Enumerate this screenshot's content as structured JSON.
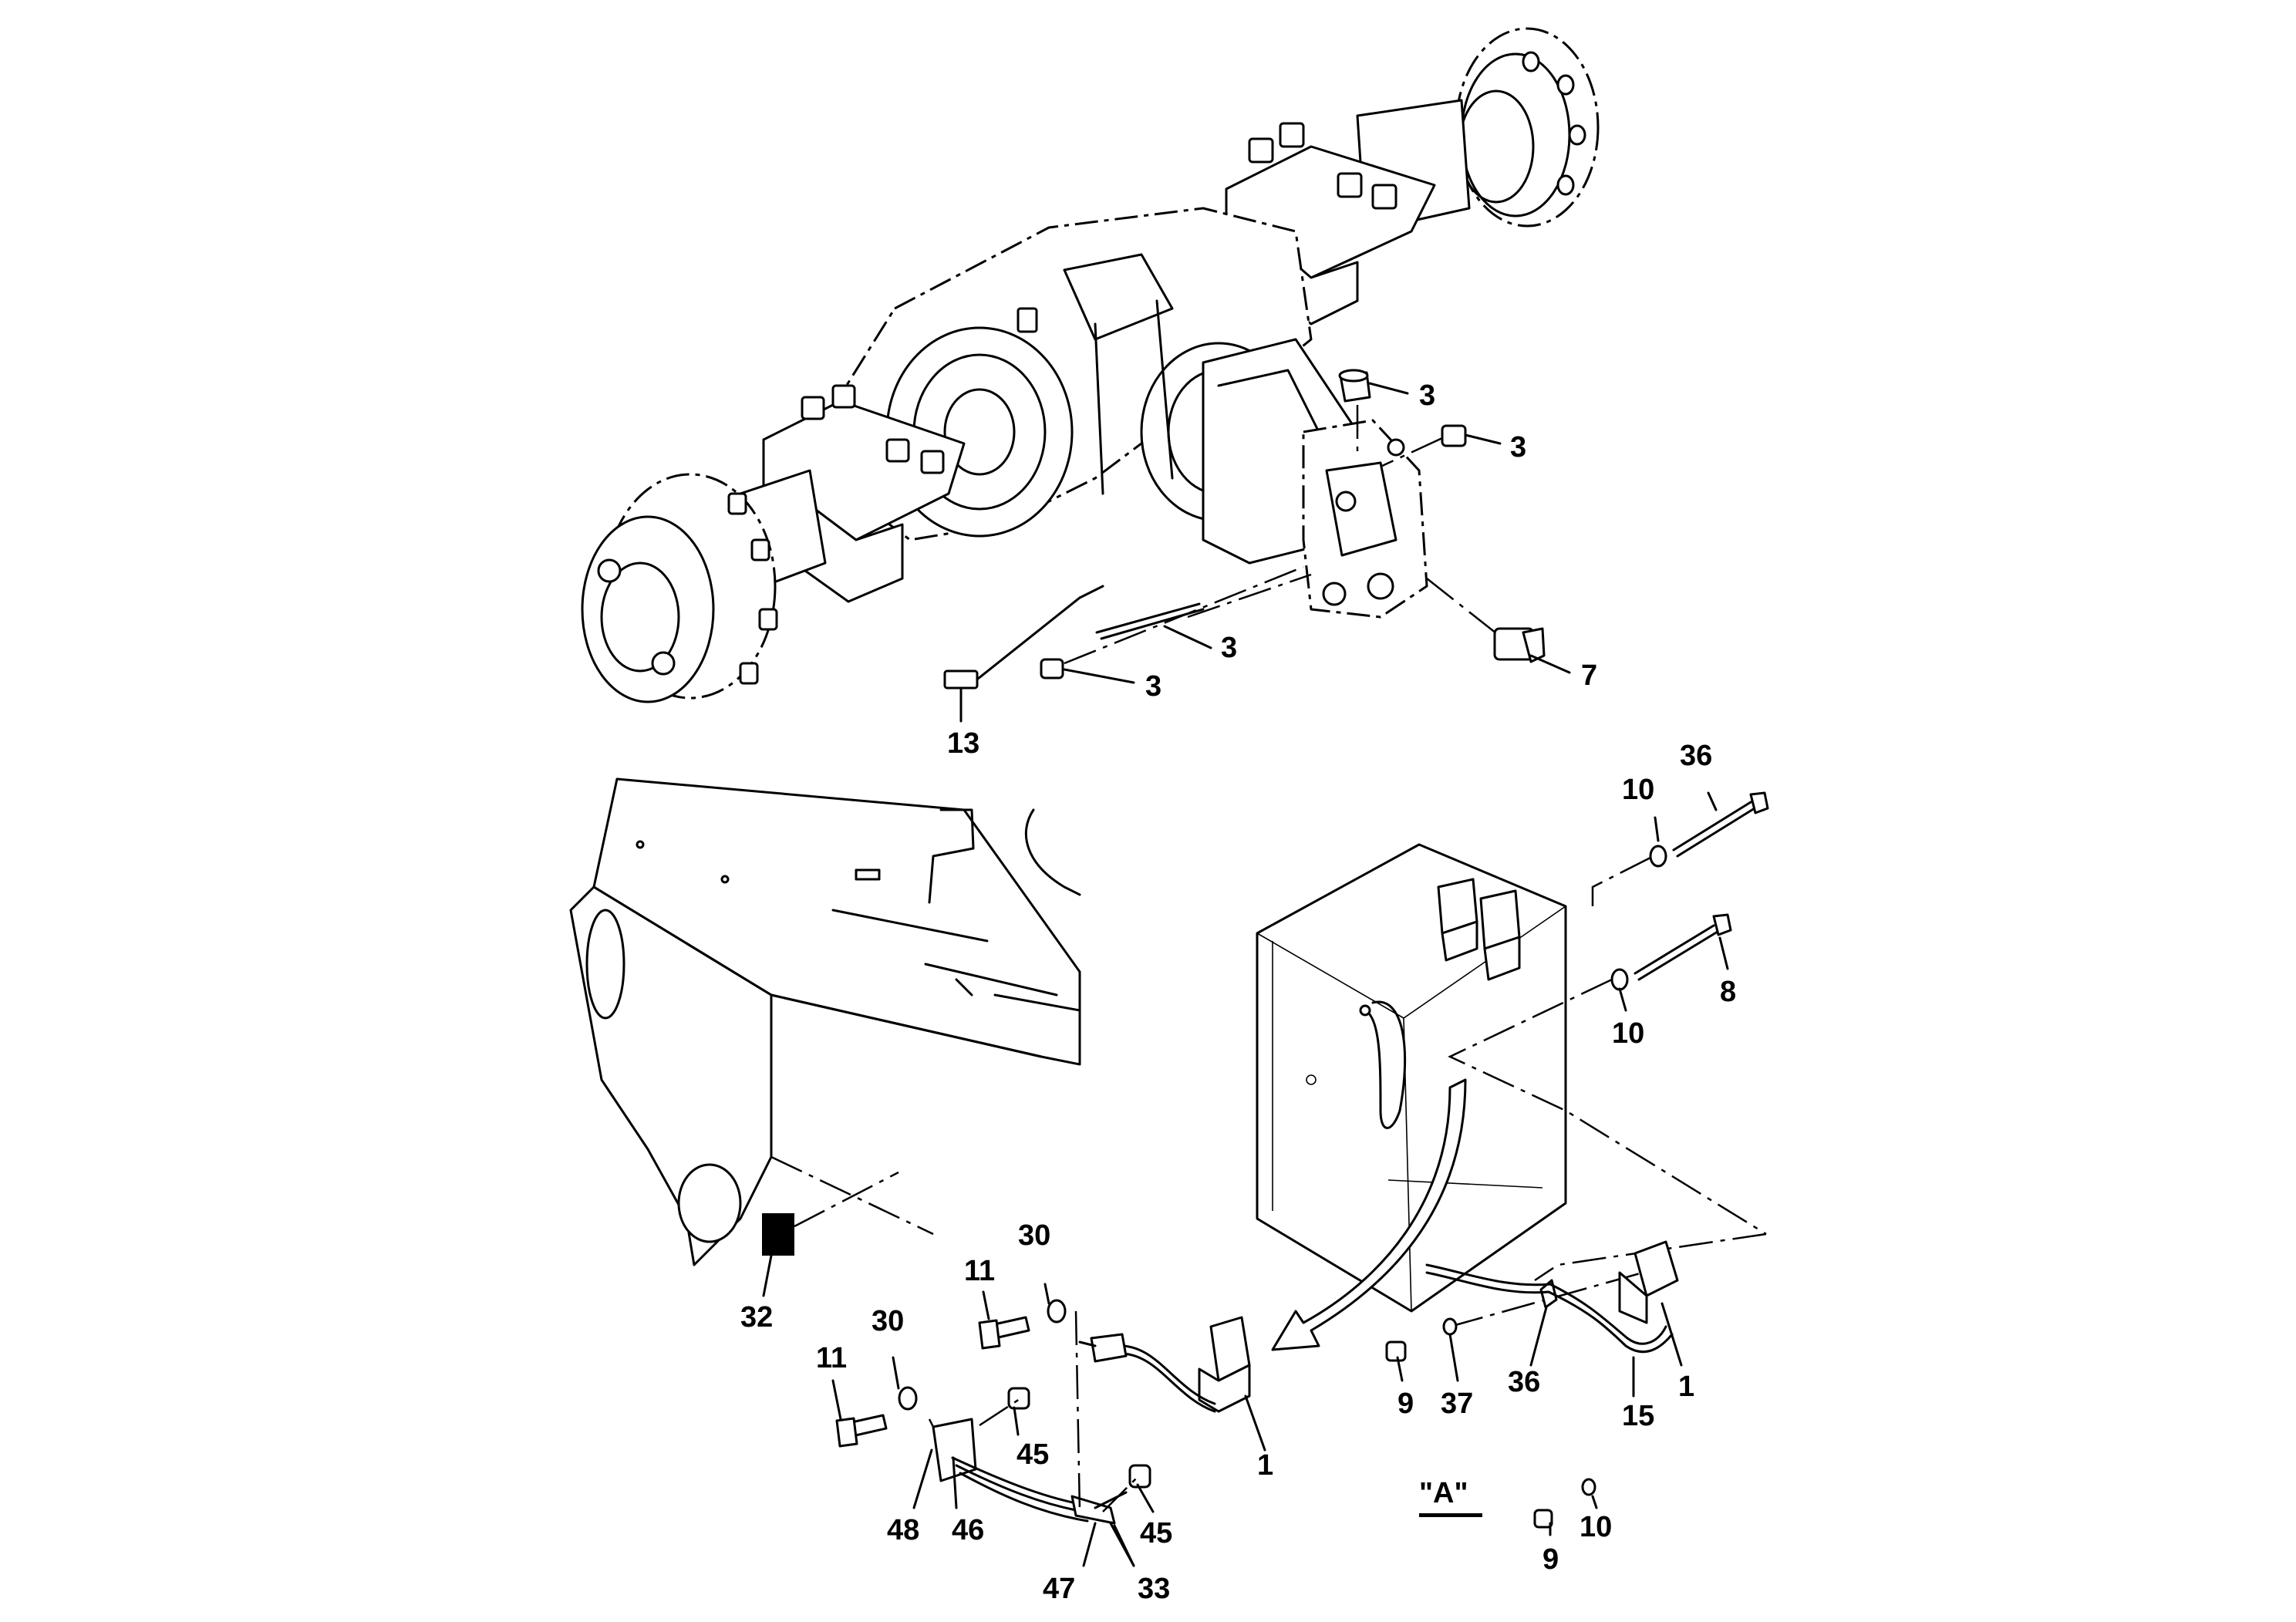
{
  "callouts": [
    {
      "id": "c3a",
      "text": "3"
    },
    {
      "id": "c3b",
      "text": "3"
    },
    {
      "id": "c3c",
      "text": "3"
    },
    {
      "id": "c3d",
      "text": "3"
    },
    {
      "id": "c7",
      "text": "7"
    },
    {
      "id": "c13",
      "text": "13"
    },
    {
      "id": "c36a",
      "text": "36"
    },
    {
      "id": "c10a",
      "text": "10"
    },
    {
      "id": "c8",
      "text": "8"
    },
    {
      "id": "c10b",
      "text": "10"
    },
    {
      "id": "c32",
      "text": "32"
    },
    {
      "id": "c30a",
      "text": "30"
    },
    {
      "id": "c11a",
      "text": "11"
    },
    {
      "id": "c30b",
      "text": "30"
    },
    {
      "id": "c11b",
      "text": "11"
    },
    {
      "id": "c45a",
      "text": "45"
    },
    {
      "id": "c48",
      "text": "48"
    },
    {
      "id": "c46",
      "text": "46"
    },
    {
      "id": "c45b",
      "text": "45"
    },
    {
      "id": "c47",
      "text": "47"
    },
    {
      "id": "c33",
      "text": "33"
    },
    {
      "id": "c1a",
      "text": "1"
    },
    {
      "id": "c9a",
      "text": "9"
    },
    {
      "id": "c37",
      "text": "37"
    },
    {
      "id": "c36b",
      "text": "36"
    },
    {
      "id": "c15",
      "text": "15"
    },
    {
      "id": "c1b",
      "text": "1"
    },
    {
      "id": "c9b",
      "text": "9"
    },
    {
      "id": "c10c",
      "text": "10"
    }
  ],
  "view_label": "\"A\"",
  "colors": {
    "line": "#000000",
    "background": "#ffffff"
  }
}
